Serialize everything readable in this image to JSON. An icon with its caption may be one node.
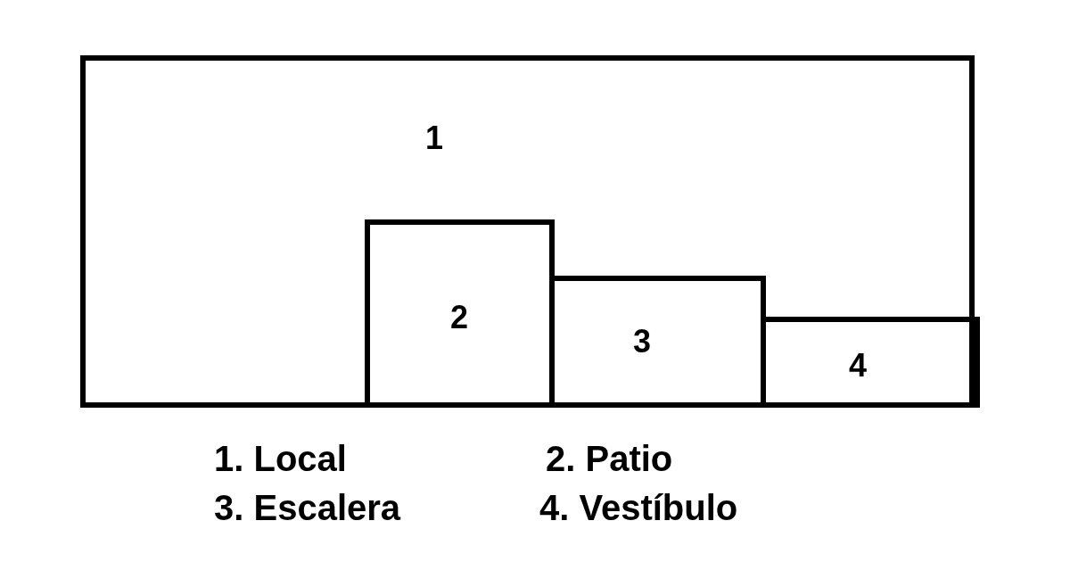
{
  "diagram": {
    "nodes": [
      {
        "text": [
          "1"
        ]
      },
      {
        "text": [
          "2"
        ],
        "in": 0
      },
      {
        "text": [
          "3"
        ],
        "in": 0
      },
      {
        "text": [
          "4"
        ],
        "in": 0
      }
    ],
    "labels": [
      "1. Local",
      "2. Patio",
      "3. Escalera",
      "4. Vestíbulo"
    ]
  }
}
